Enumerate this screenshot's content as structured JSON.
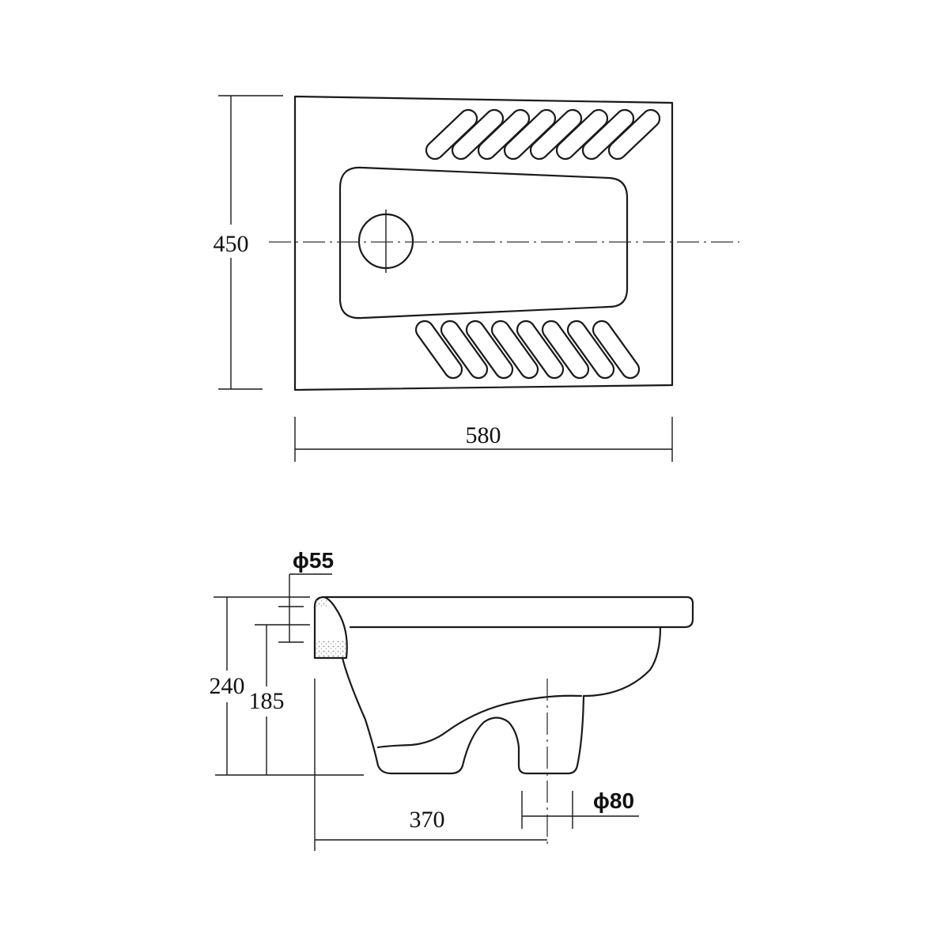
{
  "plan_view": {
    "dim_height": "450",
    "dim_width": "580"
  },
  "side_view": {
    "dim_inlet_diameter": "ϕ55",
    "dim_total_height": "240",
    "dim_inlet_height": "185",
    "dim_outlet_offset": "370",
    "dim_outlet_diameter": "ϕ80"
  },
  "colors": {
    "line": "#1a1a1a",
    "background": "#ffffff",
    "stipple": "#9a9a9a"
  }
}
